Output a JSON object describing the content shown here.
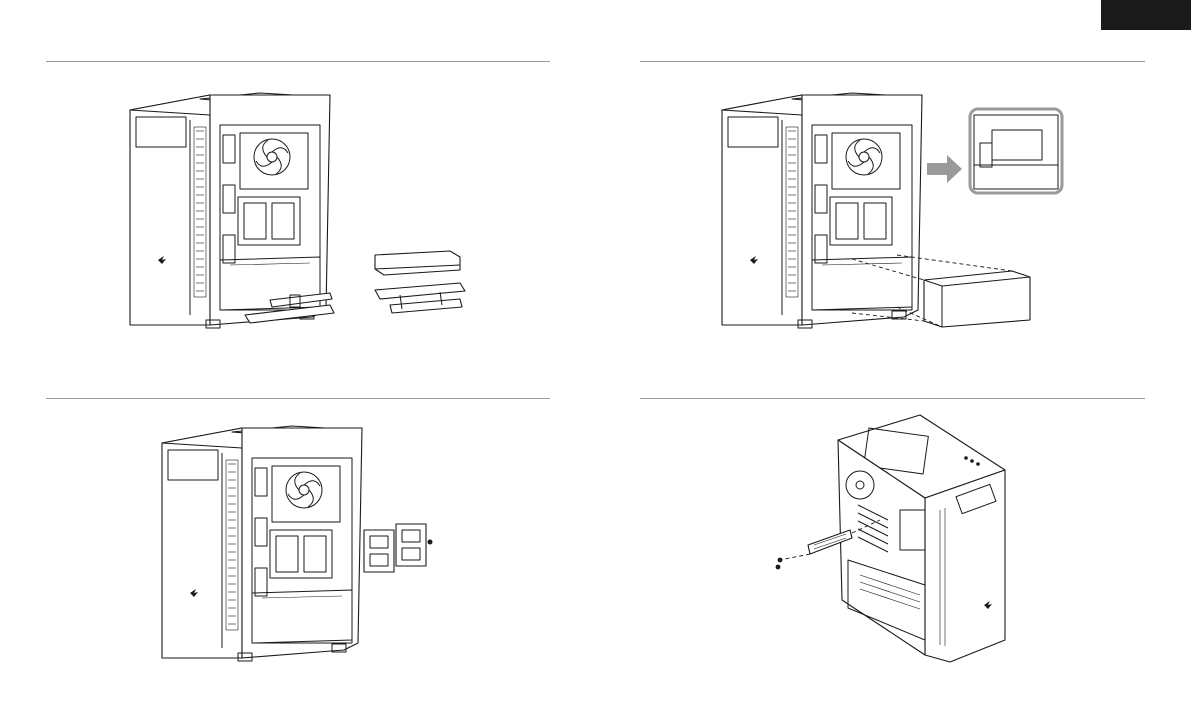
{
  "page": {
    "sections": [
      {
        "id": "step-1",
        "description_visible": false
      },
      {
        "id": "step-2",
        "description_visible": false
      },
      {
        "id": "step-3",
        "description_visible": false
      },
      {
        "id": "step-4",
        "description_visible": false
      }
    ]
  },
  "colors": {
    "ink": "#1a1a1a",
    "rule": "#9a9a9a",
    "arrow": "#9a9a9a",
    "tab": "#1a1a1a",
    "paper": "#ffffff"
  },
  "icons": [
    "corsair-logo-icon",
    "arrow-right-icon",
    "fan-icon",
    "screw-icon"
  ]
}
